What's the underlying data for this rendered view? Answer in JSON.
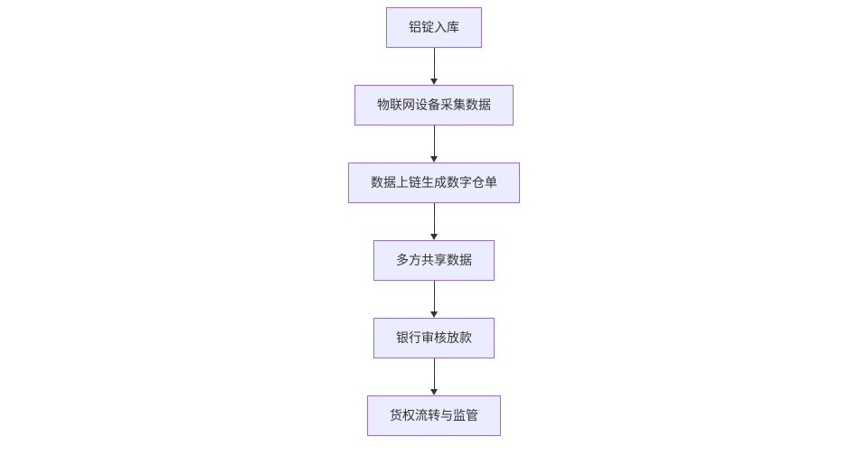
{
  "flowchart": {
    "type": "vertical-flowchart",
    "background": "#ffffff",
    "node_style": {
      "fill": "#ececff",
      "border": "#9370db",
      "text_color": "#333333",
      "arrow_color": "#333333"
    },
    "steps": [
      {
        "id": "step-1",
        "label": "铝锭入库"
      },
      {
        "id": "step-2",
        "label": "物联网设备采集数据"
      },
      {
        "id": "step-3",
        "label": "数据上链生成数字仓单"
      },
      {
        "id": "step-4",
        "label": "多方共享数据"
      },
      {
        "id": "step-5",
        "label": "银行审核放款"
      },
      {
        "id": "step-6",
        "label": "货权流转与监管"
      }
    ],
    "edges": [
      {
        "from": "step-1",
        "to": "step-2"
      },
      {
        "from": "step-2",
        "to": "step-3"
      },
      {
        "from": "step-3",
        "to": "step-4"
      },
      {
        "from": "step-4",
        "to": "step-5"
      },
      {
        "from": "step-5",
        "to": "step-6"
      }
    ]
  }
}
